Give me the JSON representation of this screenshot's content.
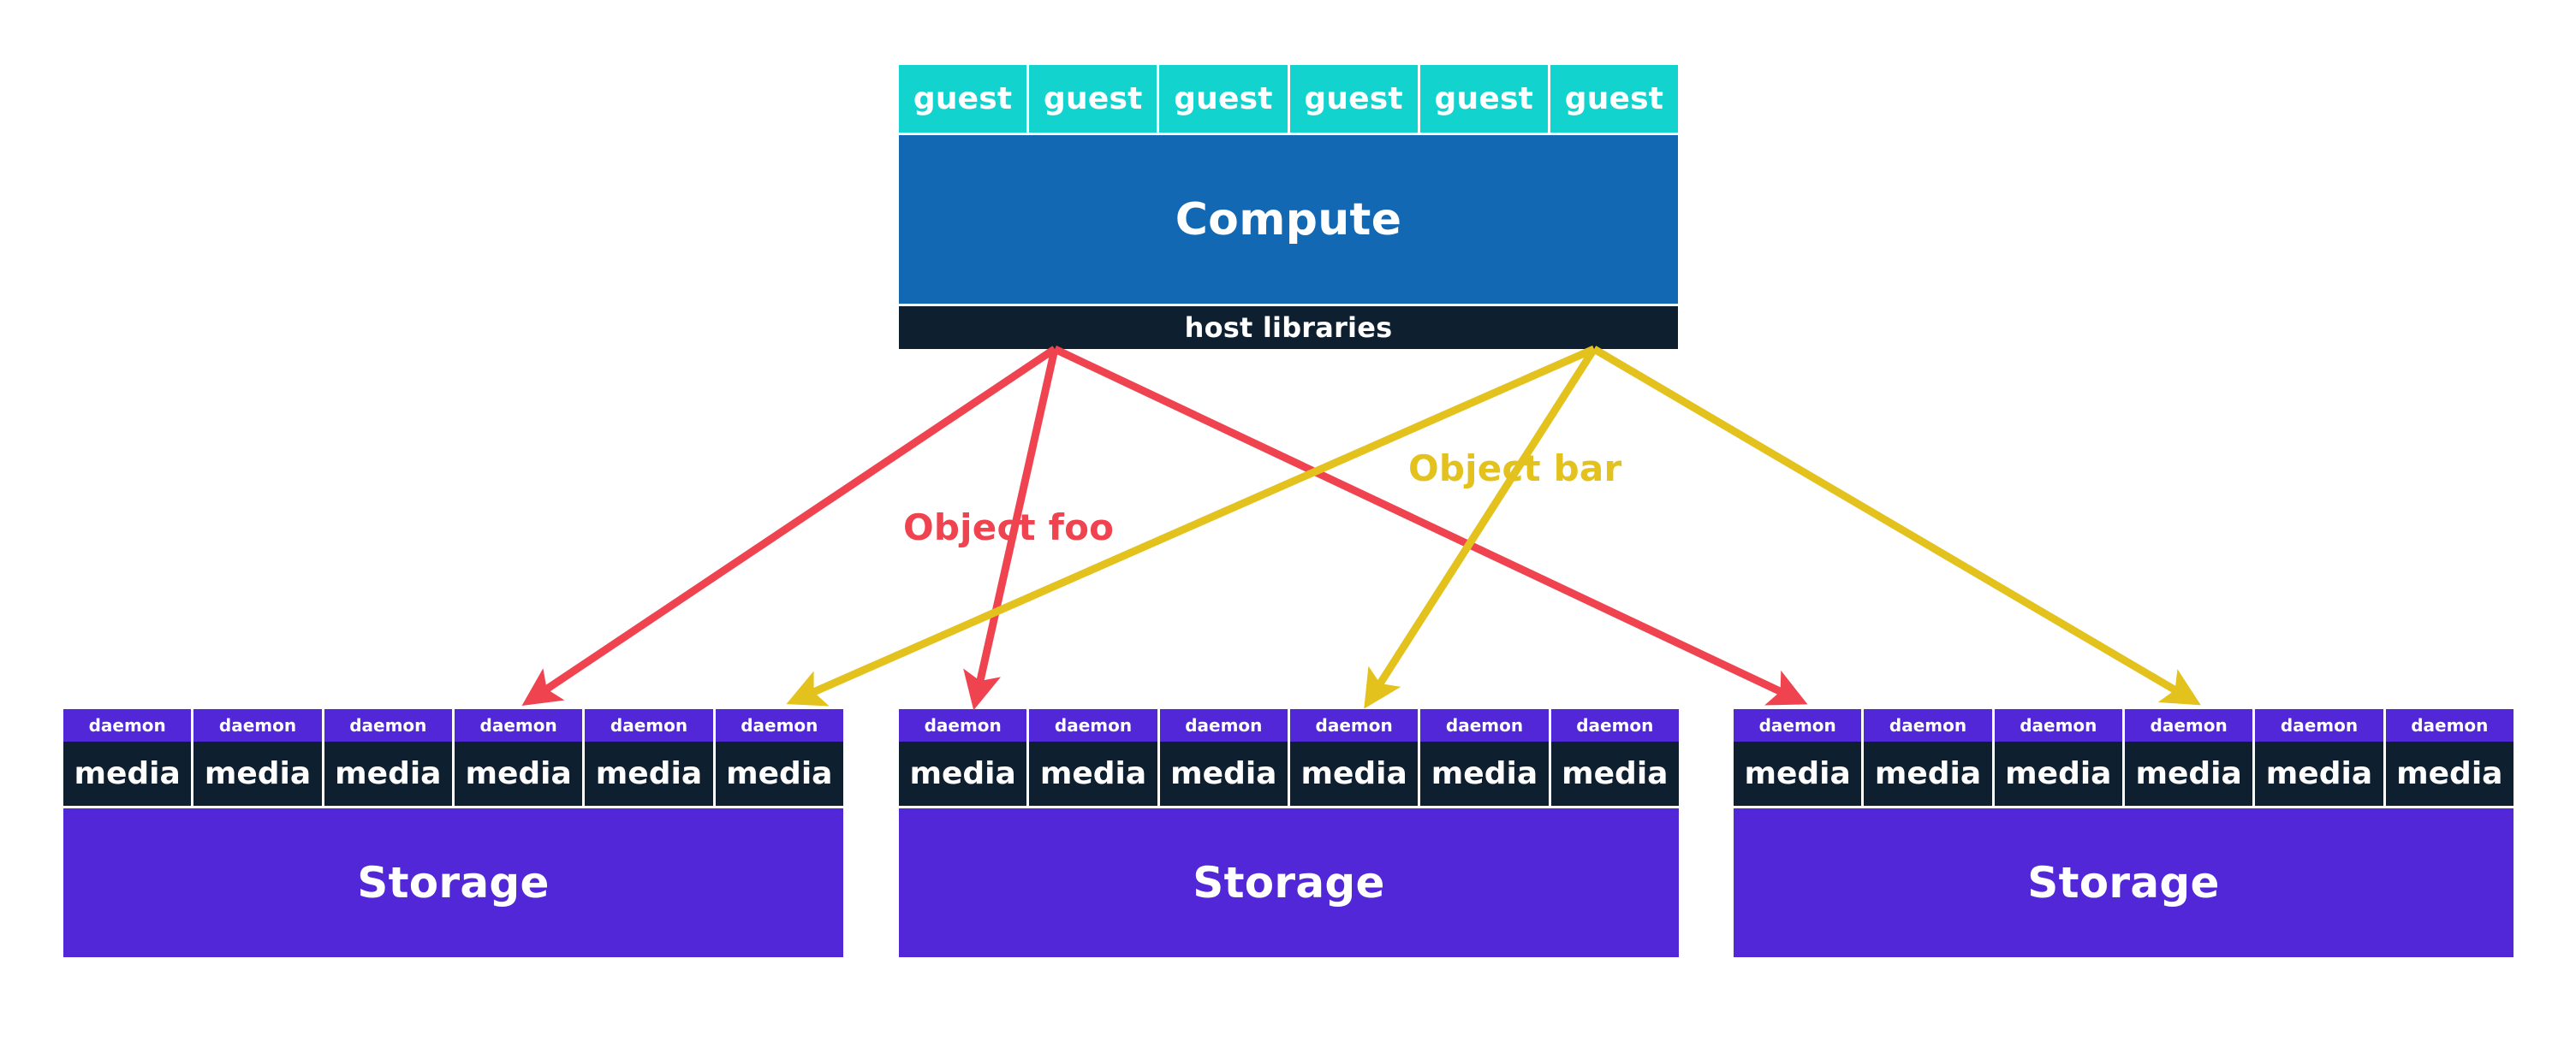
{
  "diagram": {
    "title": "Object storage distribution across compute and storage nodes",
    "background": "#ffffff",
    "colors": {
      "guest": "#12d3cd",
      "compute": "#1268b3",
      "host_libraries": "#0e1f2f",
      "daemon": "#5227d8",
      "media": "#0e1f2f",
      "storage": "#5227d8",
      "object_foo": "#ef4350",
      "object_bar": "#e3c21d",
      "text": "#ffffff",
      "divider": "#ffffff"
    }
  },
  "compute_node": {
    "guest_label": "guest",
    "guest_count": 6,
    "guests": [
      "guest",
      "guest",
      "guest",
      "guest",
      "guest",
      "guest"
    ],
    "compute_label": "Compute",
    "host_libraries_label": "host libraries"
  },
  "storage_nodes": [
    {
      "id": "storage-node-1",
      "daemons": [
        "daemon",
        "daemon",
        "daemon",
        "daemon",
        "daemon",
        "daemon"
      ],
      "media": [
        "media",
        "media",
        "media",
        "media",
        "media",
        "media"
      ],
      "storage_label": "Storage"
    },
    {
      "id": "storage-node-2",
      "daemons": [
        "daemon",
        "daemon",
        "daemon",
        "daemon",
        "daemon",
        "daemon"
      ],
      "media": [
        "media",
        "media",
        "media",
        "media",
        "media",
        "media"
      ],
      "storage_label": "Storage"
    },
    {
      "id": "storage-node-3",
      "daemons": [
        "daemon",
        "daemon",
        "daemon",
        "daemon",
        "daemon",
        "daemon"
      ],
      "media": [
        "media",
        "media",
        "media",
        "media",
        "media",
        "media"
      ],
      "storage_label": "Storage"
    }
  ],
  "objects": [
    {
      "name": "Object foo",
      "color": "#ef4350",
      "source": "host libraries",
      "targets": [
        "storage-node-1 daemon 4",
        "storage-node-2 daemon 1",
        "storage-node-3 daemon 1"
      ]
    },
    {
      "name": "Object bar",
      "color": "#e3c21d",
      "source": "host libraries",
      "targets": [
        "storage-node-1 daemon 6",
        "storage-node-2 daemon 4",
        "storage-node-3 daemon 4"
      ]
    }
  ],
  "labels": {
    "object_foo": "Object foo",
    "object_bar": "Object bar"
  }
}
